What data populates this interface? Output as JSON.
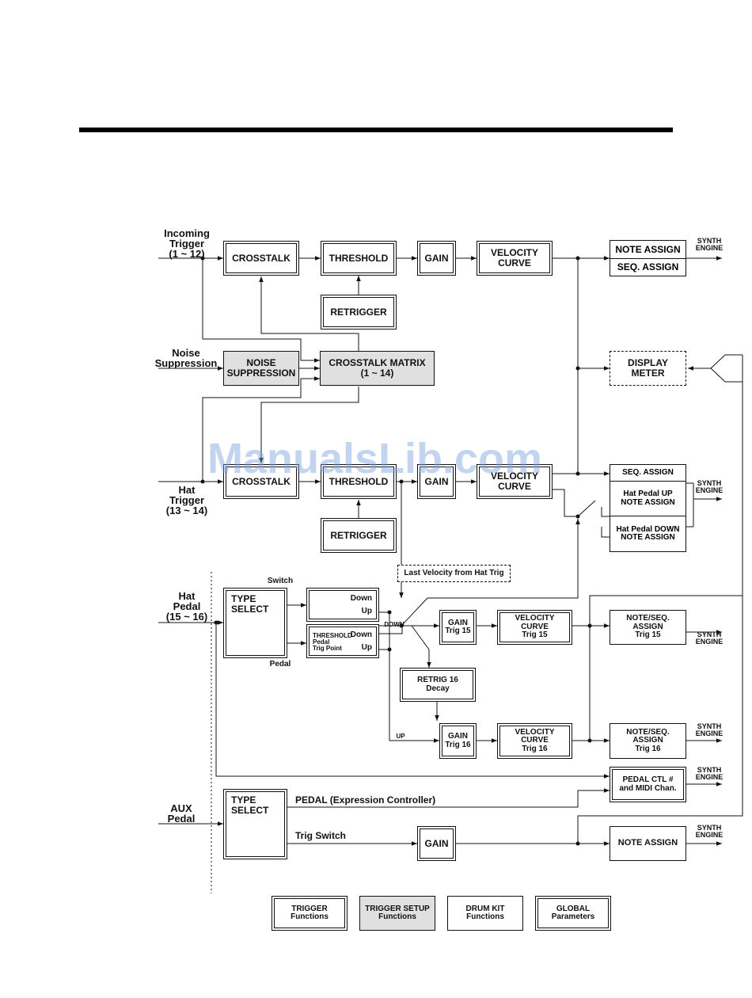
{
  "inputs": {
    "incoming_trigger": [
      "Incoming",
      "Trigger",
      "(1 ~ 12)"
    ],
    "noise_suppression": [
      "Noise",
      "Suppression"
    ],
    "hat_trigger": [
      "Hat",
      "Trigger",
      "(13 ~ 14)"
    ],
    "hat_pedal": [
      "Hat",
      "Pedal",
      "(15 ~ 16)"
    ],
    "aux_pedal": [
      "AUX",
      "Pedal"
    ]
  },
  "blocks": {
    "crosstalk_1": "CROSSTALK",
    "threshold_1": "THRESHOLD",
    "gain_1": "GAIN",
    "velocity_curve_1": [
      "VELOCITY",
      "CURVE"
    ],
    "note_assign_1": "NOTE ASSIGN",
    "seq_assign_1": "SEQ. ASSIGN",
    "retrigger_1": "RETRIGGER",
    "noise_suppression_block": [
      "NOISE",
      "SUPPRESSION"
    ],
    "crosstalk_matrix": [
      "CROSSTALK MATRIX",
      "(1 ~ 14)"
    ],
    "display_meter": [
      "DISPLAY",
      "METER"
    ],
    "crosstalk_2": "CROSSTALK",
    "threshold_2": "THRESHOLD",
    "gain_2": "GAIN",
    "velocity_curve_2": [
      "VELOCITY",
      "CURVE"
    ],
    "retrigger_2": "RETRIGGER",
    "seq_assign_hat": "SEQ. ASSIGN",
    "hat_pedal_up": [
      "Hat Pedal UP",
      "NOTE ASSIGN"
    ],
    "hat_pedal_down": [
      "Hat Pedal DOWN",
      "NOTE ASSIGN"
    ],
    "last_velocity": "Last Velocity from Hat Trig",
    "type_select_1": [
      "TYPE",
      "SELECT"
    ],
    "switch_label": "Switch",
    "pedal_label": "Pedal",
    "sw_down": "Down",
    "sw_up": "Up",
    "thr_pedal": [
      "THRESHOLD",
      "Pedal",
      "Trig Point"
    ],
    "thr_down": "Down",
    "thr_up": "Up",
    "down_label": "DOWN",
    "up_label": "UP",
    "gain_trig15": [
      "GAIN",
      "Trig 15"
    ],
    "vel_trig15": [
      "VELOCITY CURVE",
      "Trig 15"
    ],
    "note_seq_15": [
      "NOTE/SEQ. ASSIGN",
      "Trig 15"
    ],
    "retrig16": [
      "RETRIG 16",
      "Decay"
    ],
    "gain_trig16": [
      "GAIN",
      "Trig 16"
    ],
    "vel_trig16": [
      "VELOCITY CURVE",
      "Trig 16"
    ],
    "note_seq_16": [
      "NOTE/SEQ. ASSIGN",
      "Trig 16"
    ],
    "pedal_ctl": [
      "PEDAL CTL #",
      "and MIDI Chan."
    ],
    "type_select_2": [
      "TYPE",
      "SELECT"
    ],
    "pedal_expr": "PEDAL (Expression Controller)",
    "trig_switch": "Trig Switch",
    "gain_aux": "GAIN",
    "note_assign_aux": "NOTE ASSIGN"
  },
  "synth_engine": [
    "SYNTH",
    "ENGINE"
  ],
  "legend": [
    [
      "TRIGGER",
      "Functions"
    ],
    [
      "TRIGGER SETUP",
      "Functions"
    ],
    [
      "DRUM KIT",
      "Functions"
    ],
    [
      "GLOBAL",
      "Parameters"
    ]
  ],
  "watermark": "ManualsLib.com",
  "colors": {
    "highlight_gray": "#e0e0e0",
    "ink": "#111111",
    "watermark": "#78a0dc"
  }
}
